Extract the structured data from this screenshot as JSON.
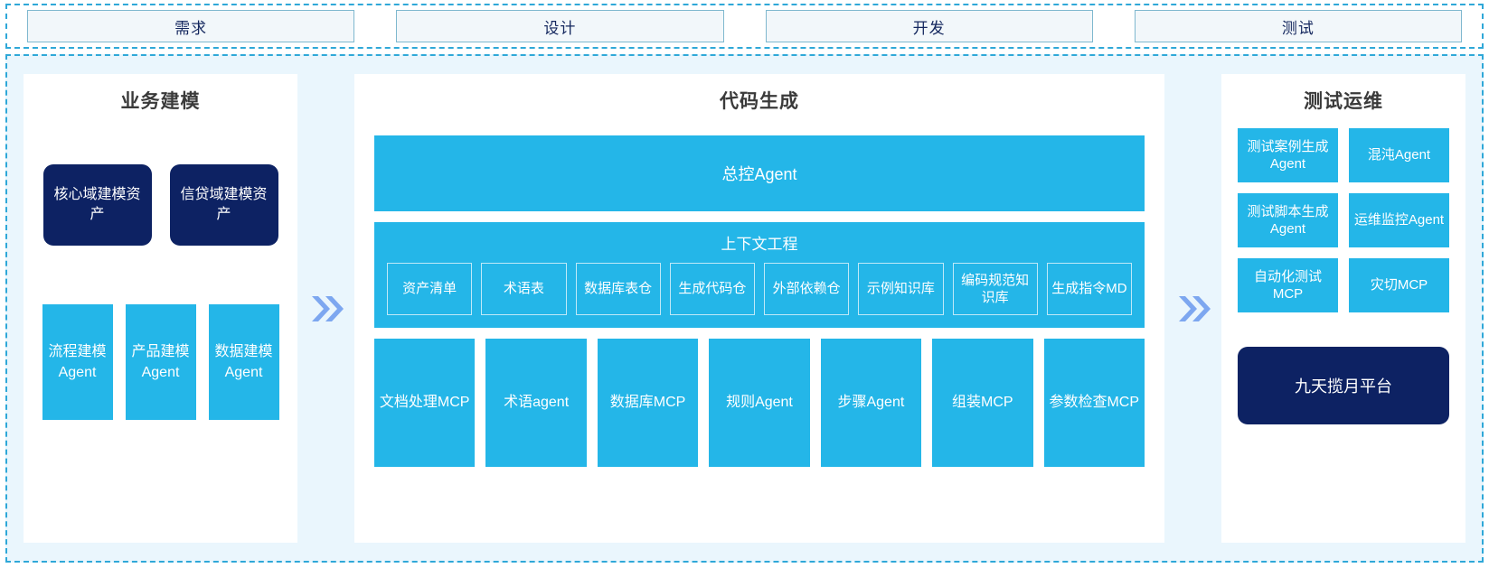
{
  "phases": {
    "items": [
      {
        "label": "需求"
      },
      {
        "label": "设计"
      },
      {
        "label": "开发"
      },
      {
        "label": "测试"
      }
    ]
  },
  "colors": {
    "accent_blue": "#24B6E8",
    "navy": "#0D2263",
    "background": "#EAF6FD",
    "dashed_border": "#2FA8D8",
    "chevron": "#7DA7F0",
    "title_text": "#3A3A3A",
    "phase_fill": "#F2F7FA",
    "phase_border": "#7FB8CF",
    "phase_text": "#14275E"
  },
  "left_panel": {
    "title": "业务建模",
    "assets": [
      {
        "label": "核心域建模资产"
      },
      {
        "label": "信贷域建模资产"
      }
    ],
    "agents": [
      {
        "label": "流程建模Agent"
      },
      {
        "label": "产品建模Agent"
      },
      {
        "label": "数据建模Agent"
      }
    ]
  },
  "center_panel": {
    "title": "代码生成",
    "master_agent": "总控Agent",
    "context": {
      "title": "上下文工程",
      "items": [
        {
          "label": "资产清单"
        },
        {
          "label": "术语表"
        },
        {
          "label": "数据库表仓"
        },
        {
          "label": "生成代码仓"
        },
        {
          "label": "外部依赖仓"
        },
        {
          "label": "示例知识库"
        },
        {
          "label": "编码规范知识库"
        },
        {
          "label": "生成指令MD"
        }
      ]
    },
    "tools": [
      {
        "label": "文档处理MCP"
      },
      {
        "label": "术语agent"
      },
      {
        "label": "数据库MCP"
      },
      {
        "label": "规则Agent"
      },
      {
        "label": "步骤Agent"
      },
      {
        "label": "组装MCP"
      },
      {
        "label": "参数检查MCP"
      }
    ]
  },
  "right_panel": {
    "title": "测试运维",
    "items": [
      {
        "label": "测试案例生成Agent"
      },
      {
        "label": "混沌Agent"
      },
      {
        "label": "测试脚本生成Agent"
      },
      {
        "label": "运维监控Agent"
      },
      {
        "label": "自动化测试MCP"
      },
      {
        "label": "灾切MCP"
      }
    ],
    "platform": "九天揽月平台"
  },
  "separators": {
    "icon": "double-chevron-right-icon"
  }
}
